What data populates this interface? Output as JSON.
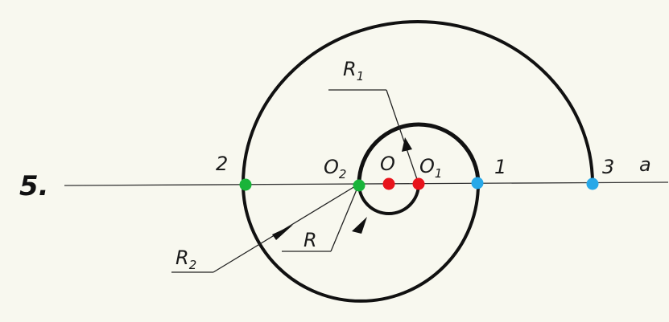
{
  "figure": {
    "task_number": "5.",
    "axis_label": "a",
    "labels": {
      "R1": "R",
      "R1_sub": "1",
      "O": "O",
      "O1": "O",
      "O1_sub": "1",
      "O2": "O",
      "O2_sub": "2",
      "R": "R",
      "R2": "R",
      "R2_sub": "2",
      "p1": "1",
      "p2": "2",
      "p3": "3"
    },
    "colors": {
      "center_points": "#e8141c",
      "green_points": "#19b43a",
      "blue_points": "#27a8e8",
      "ink": "#111111",
      "paper": "#f8f8ef"
    }
  }
}
